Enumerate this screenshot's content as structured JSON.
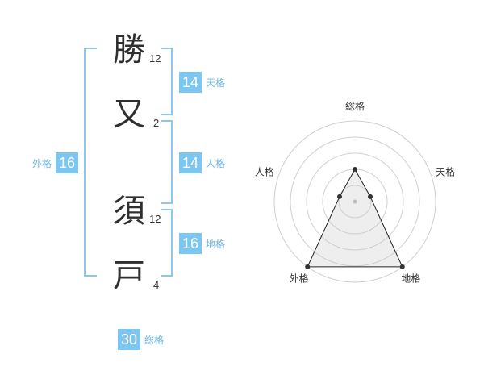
{
  "name_chars": [
    {
      "char": "勝",
      "strokes": "12"
    },
    {
      "char": "又",
      "strokes": "2"
    },
    {
      "char": "須",
      "strokes": "12"
    },
    {
      "char": "戸",
      "strokes": "4"
    }
  ],
  "scores": {
    "tenkaku": {
      "value": "14",
      "label": "天格"
    },
    "jinkaku": {
      "value": "14",
      "label": "人格"
    },
    "chikaku": {
      "value": "16",
      "label": "地格"
    },
    "gaikaku": {
      "value": "16",
      "label": "外格"
    },
    "soukaku": {
      "value": "30",
      "label": "総格"
    }
  },
  "chart_data": {
    "type": "radar",
    "axes": [
      "総格",
      "天格",
      "地格",
      "外格",
      "人格"
    ],
    "values": [
      2,
      1,
      5,
      5,
      1
    ],
    "max": 5,
    "rings": 5
  },
  "colors": {
    "accent": "#7cc6f2",
    "bracket": "#8cc8ee"
  }
}
